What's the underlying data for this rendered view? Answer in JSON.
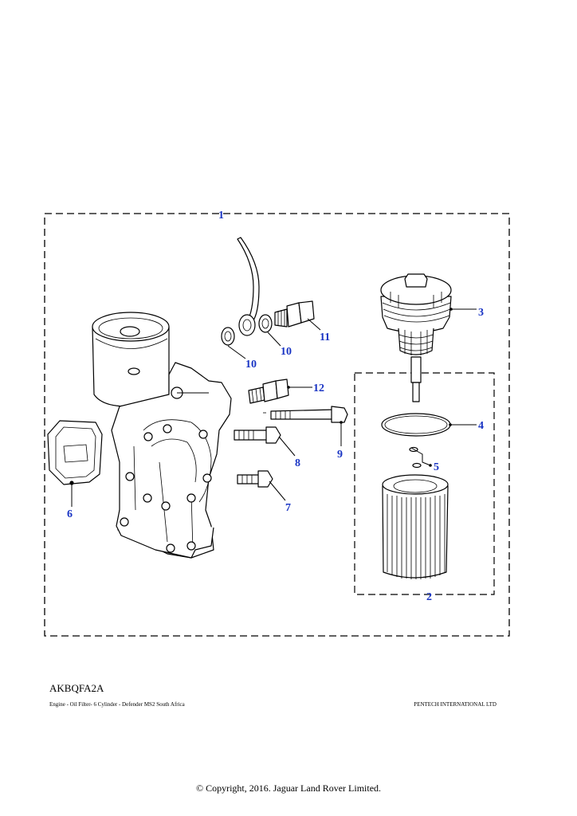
{
  "callouts": {
    "c1": "1",
    "c2": "2",
    "c3": "3",
    "c4": "4",
    "c5": "5",
    "c6": "6",
    "c7": "7",
    "c8": "8",
    "c9": "9",
    "c10a": "10",
    "c10b": "10",
    "c11": "11",
    "c12": "12"
  },
  "colors": {
    "callout": "#1a35c4",
    "line": "#000000"
  },
  "footer": {
    "ref_code": "AKBQFA2A",
    "caption": "Engine - Oil Filter- 6 Cylinder - Defender MS2 South Africa",
    "company": "PENTECH INTERNATIONAL LTD",
    "copyright": "© Copyright, 2016. Jaguar Land Rover Limited."
  }
}
